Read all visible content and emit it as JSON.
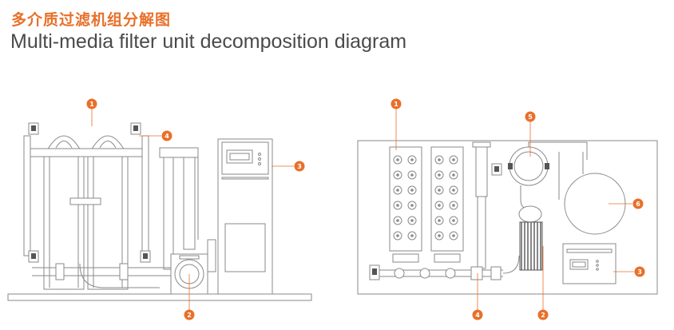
{
  "header": {
    "title_cn": "多介质过滤机组分解图",
    "title_en": "Multi-media filter unit decomposition diagram"
  },
  "colors": {
    "accent": "#e8702a",
    "line": "#8a8a8a",
    "panel_fill": "#ffffff"
  },
  "front_view": {
    "callouts": [
      {
        "id": "front-callout-1",
        "label": "1"
      },
      {
        "id": "front-callout-2",
        "label": "2"
      },
      {
        "id": "front-callout-3",
        "label": "3"
      },
      {
        "id": "front-callout-4",
        "label": "4"
      }
    ]
  },
  "top_view": {
    "callouts": [
      {
        "id": "top-callout-1",
        "label": "1"
      },
      {
        "id": "top-callout-2",
        "label": "2"
      },
      {
        "id": "top-callout-3",
        "label": "3"
      },
      {
        "id": "top-callout-4",
        "label": "4"
      },
      {
        "id": "top-callout-5",
        "label": "5"
      },
      {
        "id": "top-callout-6",
        "label": "6"
      }
    ]
  }
}
